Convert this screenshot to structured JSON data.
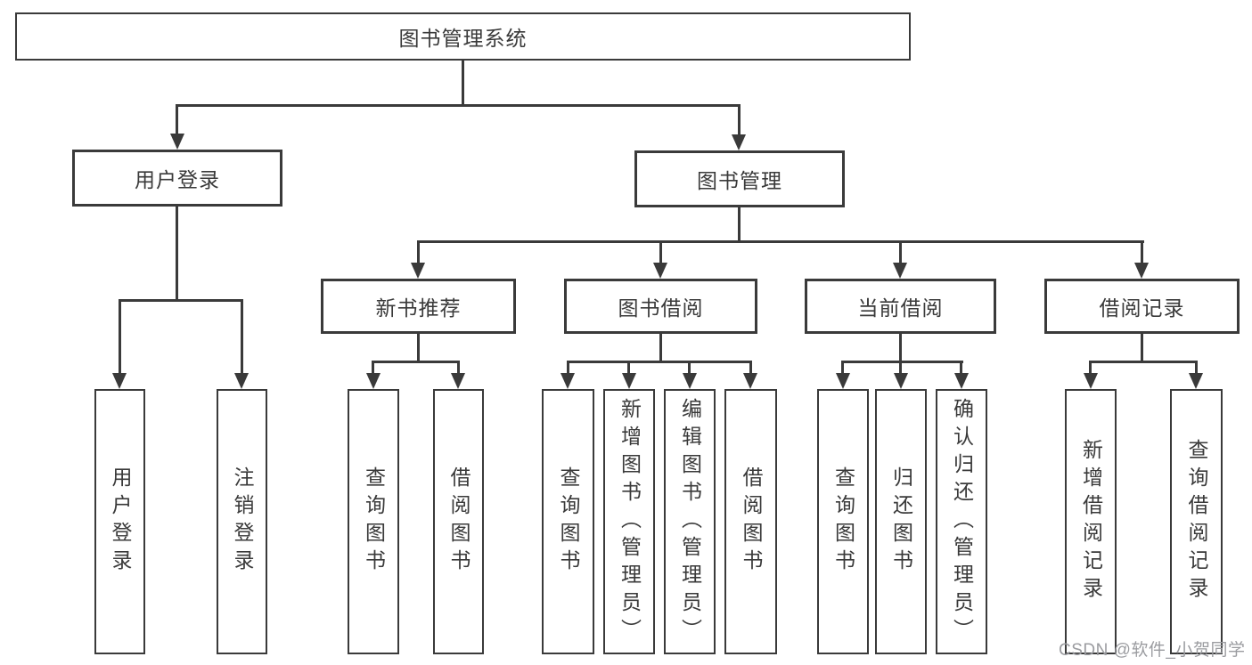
{
  "diagram": {
    "title": "图书管理系统",
    "root": {
      "label": "图书管理系统"
    },
    "level2": [
      {
        "label": "用户登录"
      },
      {
        "label": "图书管理"
      }
    ],
    "level3": [
      {
        "label": "新书推荐"
      },
      {
        "label": "图书借阅"
      },
      {
        "label": "当前借阅"
      },
      {
        "label": "借阅记录"
      }
    ],
    "leaves": [
      "用户登录",
      "注销登录",
      "查询图书",
      "借阅图书",
      "查询图书",
      "新增图书（管理员）",
      "编辑图书（管理员）",
      "借阅图书",
      "查询图书",
      "归还图书",
      "确认归还（管理员）",
      "新增借阅记录",
      "查询借阅记录"
    ],
    "watermark": "CSDN @软件_小贺同学",
    "colors": {
      "line": "#3a3a3a",
      "text": "#3a3a3a",
      "watermark": "#9b9ca0",
      "background": "#ffffff"
    }
  }
}
